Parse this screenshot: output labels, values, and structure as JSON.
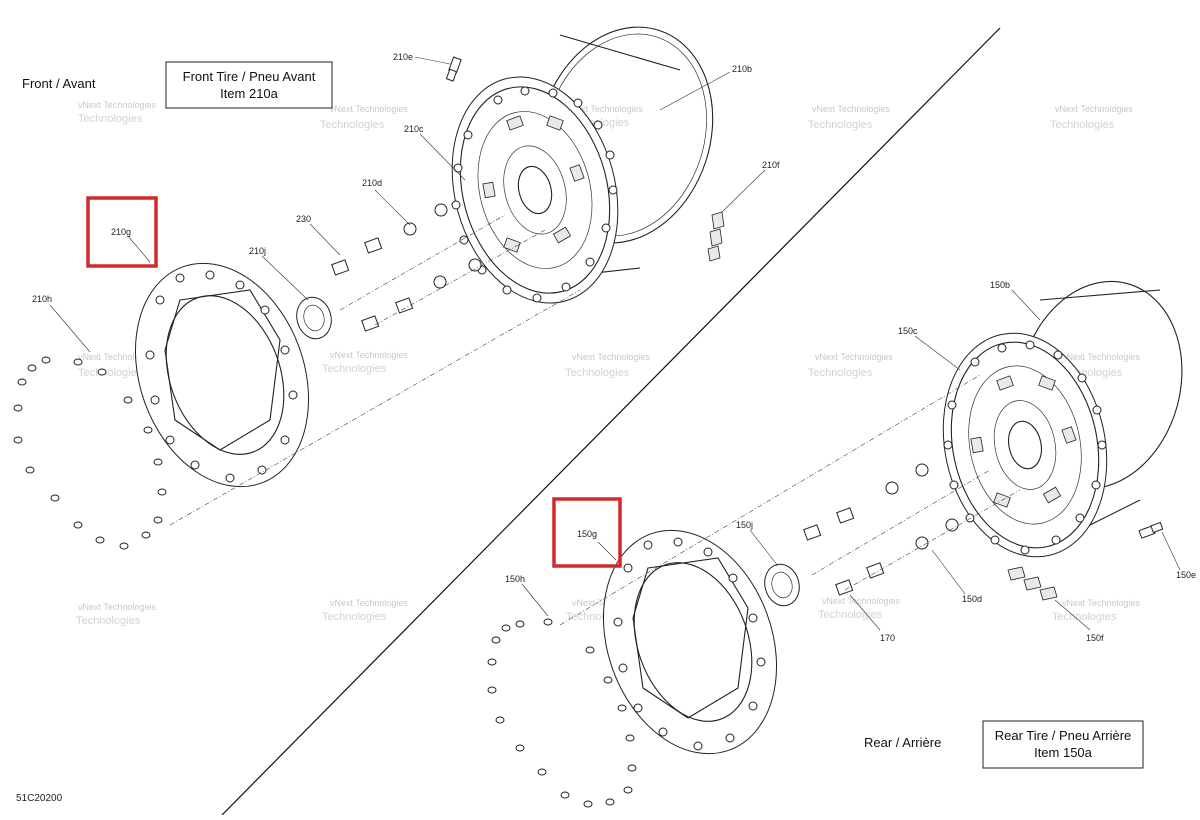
{
  "headers": {
    "front": "Front / Avant",
    "rear": "Rear / Arrière",
    "front_tire_line1": "Front Tire / Pneu Avant",
    "front_tire_line2": "Item 210a",
    "rear_tire_line1": "Rear Tire / Pneu Arrière",
    "rear_tire_line2": "Item 150a"
  },
  "diagram_code": "51C20200",
  "watermark": {
    "line1": "vNext Technologies",
    "line2": "Technologies"
  },
  "labels": {
    "front": [
      "210e",
      "210b",
      "210c",
      "210d",
      "230",
      "210f",
      "210j",
      "210g",
      "210h"
    ],
    "rear": [
      "150b",
      "150c",
      "150j",
      "150g",
      "150h",
      "150d",
      "150e",
      "150f",
      "170"
    ]
  },
  "colors": {
    "highlight": "#d12a2a",
    "ink": "#222222",
    "watermark": "#c8c8c8"
  }
}
